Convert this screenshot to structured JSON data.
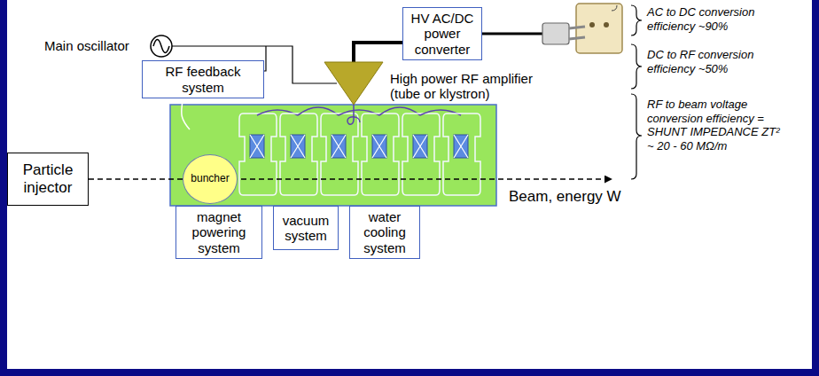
{
  "diagram": {
    "nodes": [
      {
        "text": [
          "HV AC/DC power converter"
        ]
      },
      {
        "text": [
          "RF feedback system"
        ]
      },
      {
        "text": [
          "High power RF amplifier (tube or klystron)"
        ]
      },
      {
        "text": [
          "Particle injector"
        ]
      },
      {
        "text": [
          "buncher"
        ]
      },
      {
        "text": [
          "magnet powering system"
        ]
      },
      {
        "text": [
          "vacuum system"
        ]
      },
      {
        "text": [
          "water cooling system"
        ]
      }
    ],
    "edges": [
      {
        "from": 0,
        "to": 2,
        "arrow": "none"
      },
      {
        "from": 3,
        "to": 4,
        "arrow": "none"
      }
    ],
    "labels": [
      "Main oscillator",
      "AC to DC conversion efficiency ~90%",
      "DC to RF conversion efficiency ~50%",
      "RF to beam voltage conversion efficiency = SHUNT IMPEDANCE ZT² ~ 20 - 60 MΩ/m",
      "Beam, energy W"
    ]
  }
}
